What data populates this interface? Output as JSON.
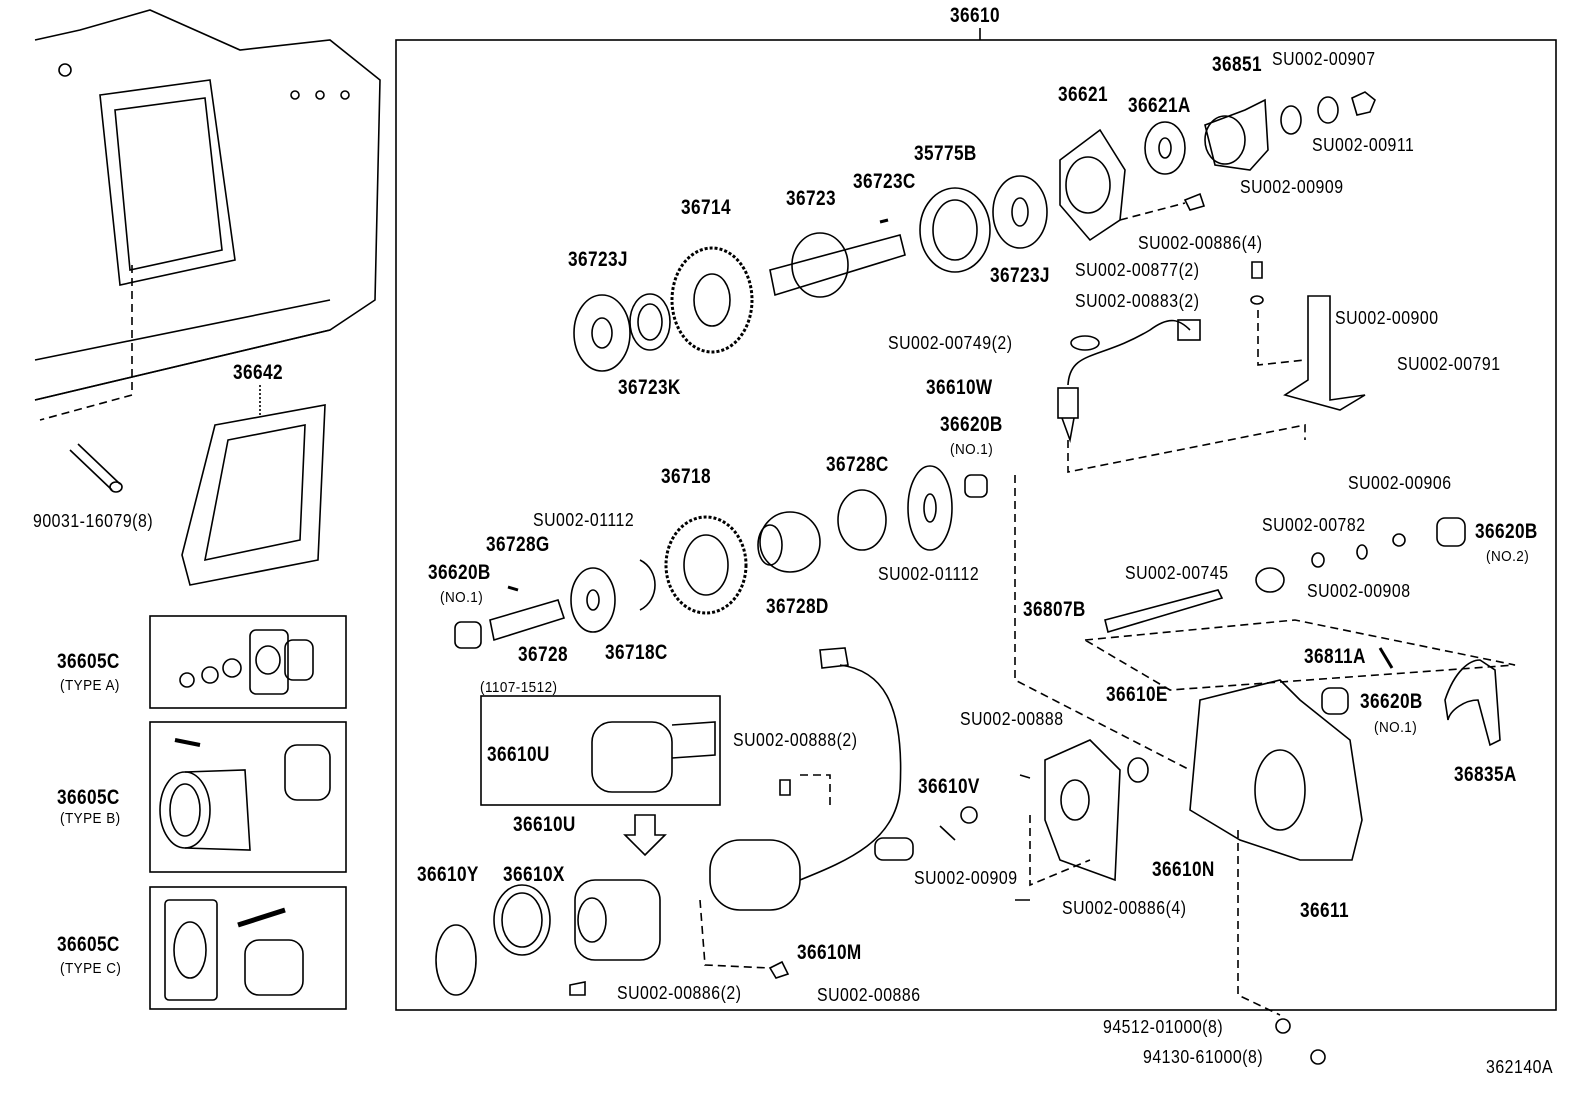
{
  "diagram": {
    "assembly_label": "36610",
    "figure_code": "362140A",
    "labels": {
      "p36851": "36851",
      "su00907": "SU002-00907",
      "su00911": "SU002-00911",
      "su00909a": "SU002-00909",
      "p36621": "36621",
      "p36621A": "36621A",
      "p35775B": "35775B",
      "p36723C": "36723C",
      "p36723": "36723",
      "p36714": "36714",
      "p36723Ja": "36723J",
      "p36723Jb": "36723J",
      "p36723K": "36723K",
      "su00886x4a": "SU002-00886(4)",
      "su00877": "SU002-00877(2)",
      "su00883": "SU002-00883(2)",
      "su00900": "SU002-00900",
      "su00749": "SU002-00749(2)",
      "su00791": "SU002-00791",
      "p36610W": "36610W",
      "p36620Ba": "36620B",
      "no1a": "(NO.1)",
      "p36718": "36718",
      "p36728C": "36728C",
      "su00906": "SU002-00906",
      "su01112a": "SU002-01112",
      "p36728G": "36728G",
      "su00782": "SU002-00782",
      "p36620Bb": "36620B",
      "no2": "(NO.2)",
      "p36620Bc": "36620B",
      "no1b": "(NO.1)",
      "su01112b": "SU002-01112",
      "su00745": "SU002-00745",
      "su00908": "SU002-00908",
      "p36728D": "36728D",
      "p36807B": "36807B",
      "p36728": "36728",
      "p36718C": "36718C",
      "p36811A": "36811A",
      "range": "(1107-1512)",
      "p36610E": "36610E",
      "p36620Bd": "36620B",
      "no1c": "(NO.1)",
      "su00888": "SU002-00888",
      "su00888x2": "SU002-00888(2)",
      "p36610Ua": "36610U",
      "p36835A": "36835A",
      "p36610V": "36610V",
      "p36610Ub": "36610U",
      "p36610N": "36610N",
      "p36610Y": "36610Y",
      "p36610X": "36610X",
      "su00909b": "SU002-00909",
      "su00886x4b": "SU002-00886(4)",
      "p36611": "36611",
      "p36610M": "36610M",
      "su00886x2": "SU002-00886(2)",
      "su00886": "SU002-00886",
      "p94512": "94512-01000(8)",
      "p94130": "94130-61000(8)",
      "p36642": "36642",
      "p90031": "90031-16079(8)",
      "p36605Ca": "36605C",
      "typeA": "(TYPE A)",
      "p36605Cb": "36605C",
      "typeB": "(TYPE B)",
      "p36605Cc": "36605C",
      "typeC": "(TYPE C)"
    }
  }
}
